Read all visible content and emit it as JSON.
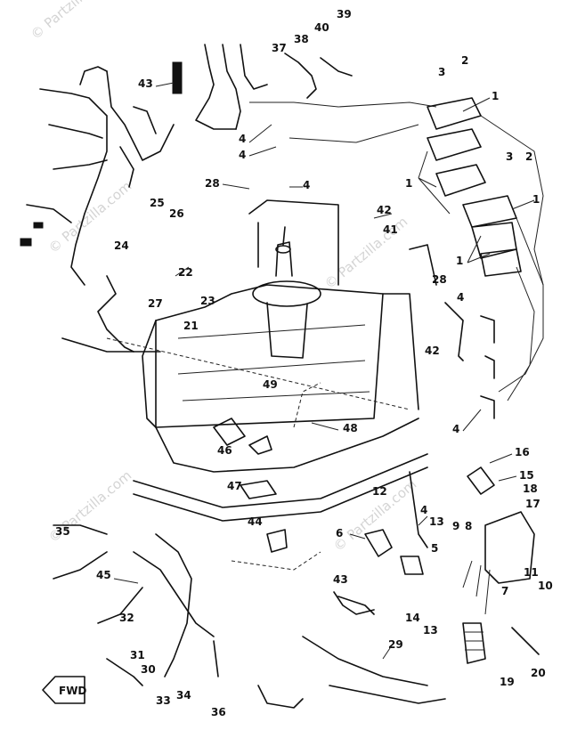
{
  "watermark": {
    "text": "© Partzilla.com"
  },
  "fwd_label": "FWD",
  "part_labels": [
    "1",
    "2",
    "3",
    "4",
    "5",
    "6",
    "7",
    "8",
    "9",
    "10",
    "11",
    "12",
    "13",
    "14",
    "15",
    "16",
    "17",
    "18",
    "19",
    "20",
    "21",
    "22",
    "23",
    "24",
    "25",
    "26",
    "27",
    "28",
    "29",
    "30",
    "31",
    "32",
    "33",
    "34",
    "35",
    "36",
    "37",
    "38",
    "39",
    "40",
    "41",
    "42",
    "43",
    "44",
    "45",
    "46",
    "47",
    "48",
    "49"
  ]
}
